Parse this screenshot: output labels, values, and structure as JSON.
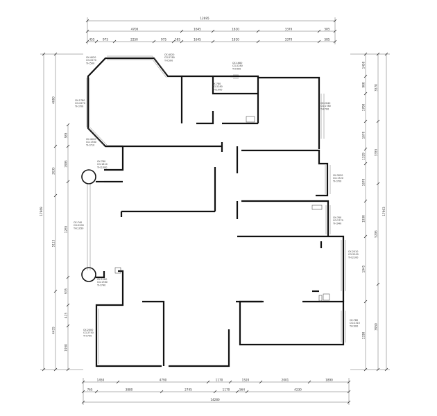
{
  "dimensions": {
    "top_overall": "12695",
    "top_row2": [
      "4700",
      "1645",
      "1810",
      "3370",
      "585"
    ],
    "top_row3": [
      "455",
      "975",
      "2250",
      "975",
      "585",
      "1645",
      "1810",
      "3370",
      "585"
    ],
    "bottom_row1": [
      "1450",
      "4790",
      "1170",
      "1520",
      "2001",
      "1890"
    ],
    "bottom_row2": [
      "765",
      "3880",
      "2745",
      "1170",
      "564",
      "4230"
    ],
    "bottom_overall": "14280",
    "left_outer": "17969",
    "left_segments": [
      "4660",
      "2635",
      "5115",
      "4435"
    ],
    "left_inner": [
      "585",
      "1995",
      "1265",
      "935",
      "415",
      "1950"
    ],
    "right_outer": "17963",
    "right_segments": [
      "3570",
      "3355",
      "5295",
      "3950"
    ],
    "right_inner": [
      "1450",
      "900",
      "1700",
      "1670",
      "1329",
      "1670",
      "1930",
      "1945",
      "1330"
    ]
  },
  "windows": [
    {
      "label": "CK:4020\nCG:2270\nTH:500"
    },
    {
      "label": "CK:4020\nCG:2780\nTH:500"
    },
    {
      "label": "CK:1780\nCG:2270\nTH:700"
    },
    {
      "label": "CK:4020\nCG:1780\nTH:710"
    },
    {
      "label": "CK:780\nCG:1810\nTH:1000"
    },
    {
      "label": "CK:780\nCG:2280\nTH:1000"
    },
    {
      "label": "CK:1680\nCG:2280\nTH:490"
    },
    {
      "label": "CK:740\nCG:2200\nTH:1050"
    },
    {
      "label": "CK:1180\nCG:1780\nTH:740"
    },
    {
      "label": "CK:2000\nCG:2750\nTH:700"
    },
    {
      "label": "CK:2040\nCG:1780\nTH:700"
    },
    {
      "label": "CK:3020\nCG:1720\nTH:700"
    },
    {
      "label": "CK:760\nCG:2770\nTH:940"
    },
    {
      "label": "CK:2010\nCG:2200\nTH:2100"
    },
    {
      "label": "CK:780\nCG:2310\nTH:900"
    }
  ]
}
